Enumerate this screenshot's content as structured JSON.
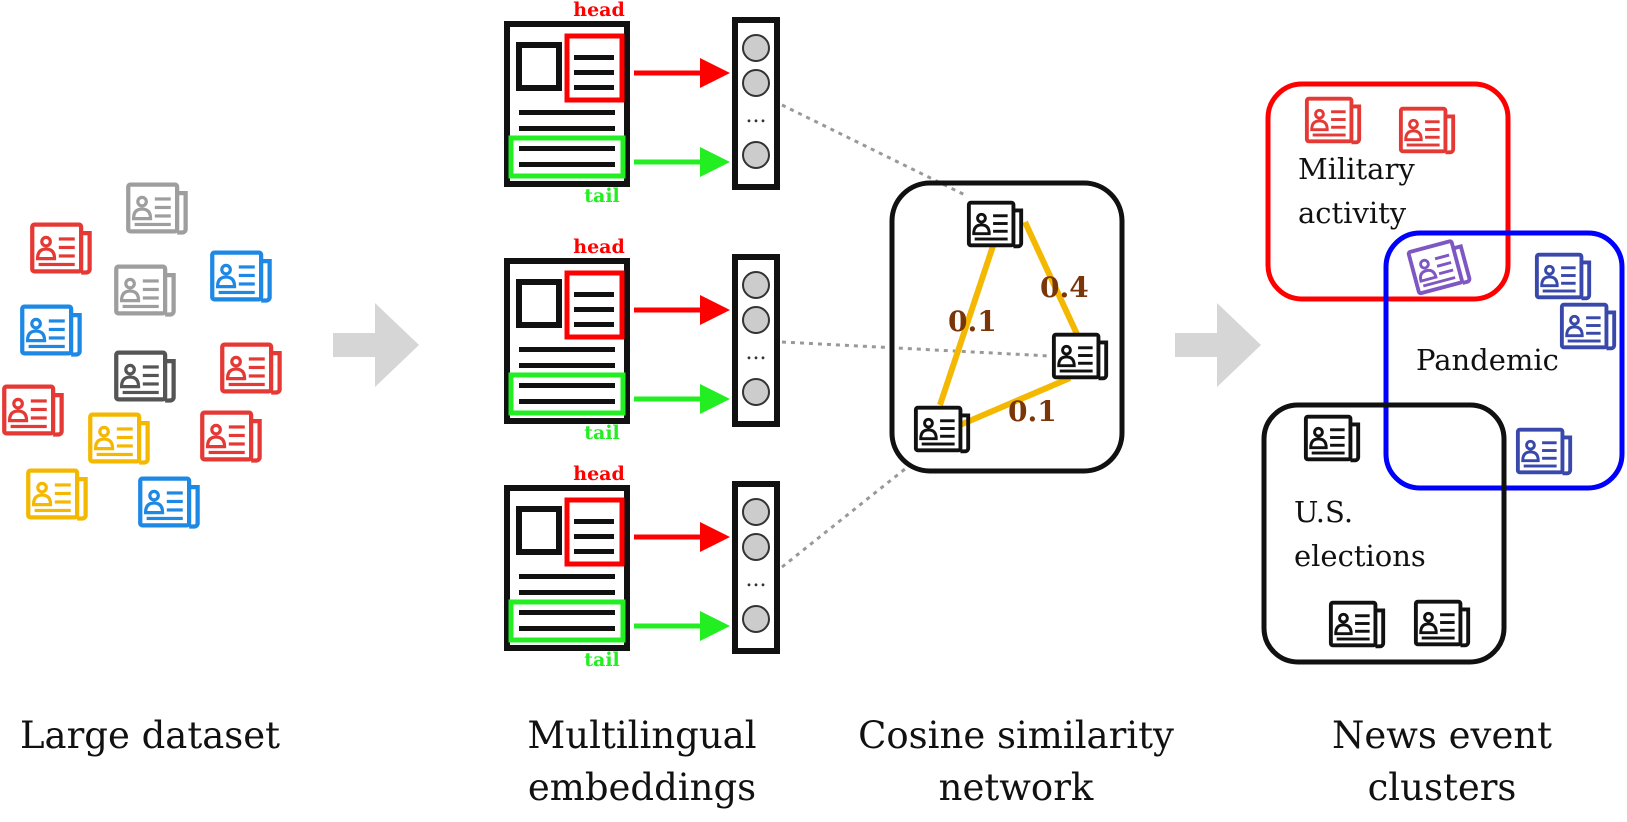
{
  "stages": [
    {
      "label": "Large dataset"
    },
    {
      "label_lines": [
        "Multilingual",
        "embeddings"
      ]
    },
    {
      "label_lines": [
        "Cosine similarity",
        "network"
      ]
    },
    {
      "label_lines": [
        "News event",
        "clusters"
      ]
    }
  ],
  "embedding": {
    "head_label": "head",
    "tail_label": "tail",
    "ellipsis": "..."
  },
  "network": {
    "edge_weights": [
      "0.1",
      "0.4",
      "0.1"
    ]
  },
  "clusters": [
    {
      "name_lines": [
        "Military",
        "activity"
      ]
    },
    {
      "name_lines": [
        "Pandemic"
      ]
    },
    {
      "name_lines": [
        "U.S.",
        "elections"
      ]
    }
  ],
  "colors": {
    "red": "#e53935",
    "blue": "#1e88e5",
    "gray": "#9e9e9e",
    "darkgray": "#555555",
    "yellow": "#f5b800",
    "black": "#111111",
    "purple": "#7e57c2",
    "navy": "#3949ab",
    "head": "#ff0000",
    "tail": "#22ee22",
    "edge": "#f5b800",
    "weight": "#7a3508",
    "arrow_big": "#d6d6d6",
    "blue_cluster": "#0000ff"
  },
  "icons": {
    "news": "newspaper-icon",
    "doc": "document-icon",
    "vector": "vector-icon",
    "arrow": "arrow-right-icon"
  }
}
